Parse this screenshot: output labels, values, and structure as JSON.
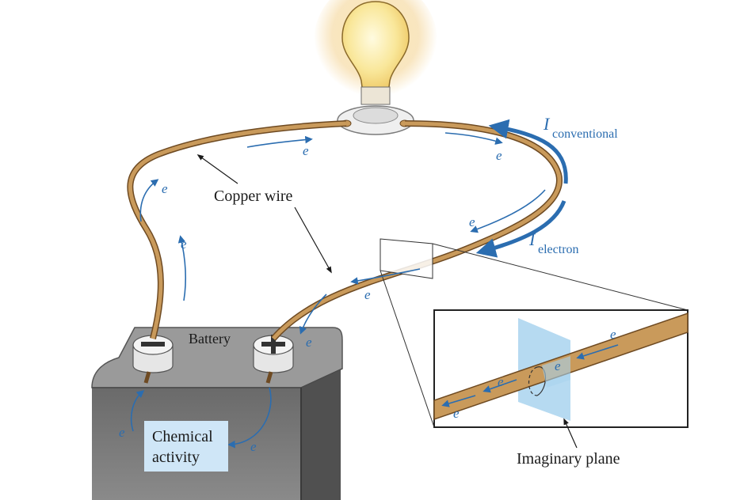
{
  "labels": {
    "copper_wire": "Copper wire",
    "battery": "Battery",
    "chemical_line1": "Chemical",
    "chemical_line2": "activity",
    "imaginary_plane": "Imaginary plane",
    "i_symbol": "I",
    "conventional_sub": "conventional",
    "electron_sub": "electron",
    "electron_symbol": "e"
  },
  "colors": {
    "wire": "#c99a5b",
    "wire_edge": "#6e4a22",
    "flow_arrow": "#2b6db0",
    "battery_top": "#8d8d8d",
    "battery_side": "#5f5f5f",
    "chem_box": "#cfe6f7",
    "plane": "#a9d3ef",
    "bulb_glow": "#f7dfb0",
    "bulb": "#f6e08d"
  },
  "icons": [
    "light-bulb-icon",
    "battery-icon",
    "negative-terminal-icon",
    "positive-terminal-icon"
  ]
}
